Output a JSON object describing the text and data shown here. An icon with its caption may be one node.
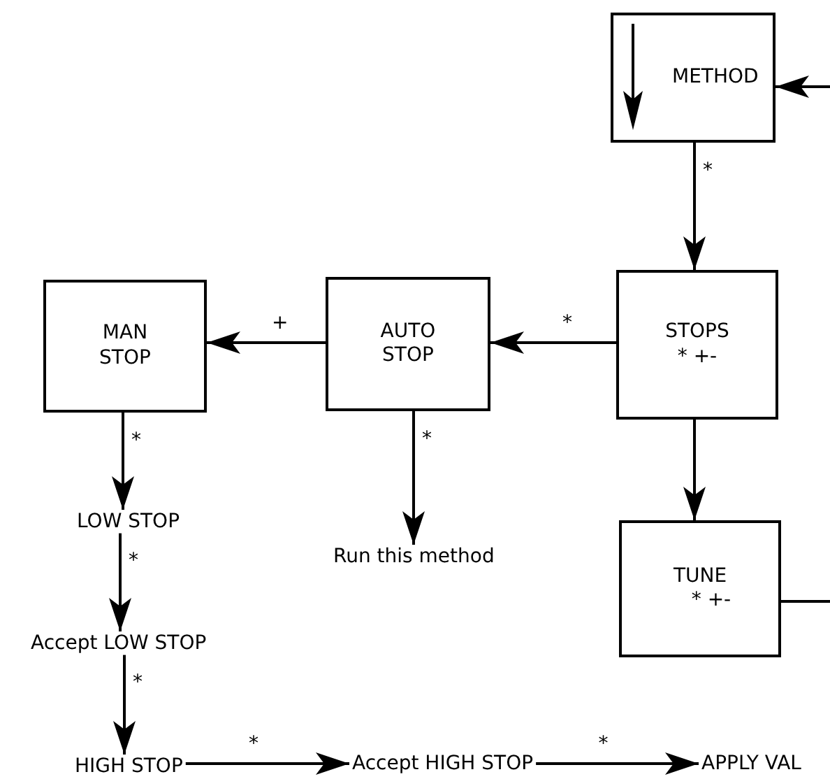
{
  "diagram": {
    "nodes": [
      {
        "text": [
          "METHOD"
        ]
      },
      {
        "text": [
          "MAN STOP"
        ]
      },
      {
        "text": [
          "AUTO STOP"
        ]
      },
      {
        "text": [
          "STOPS",
          "* +-"
        ]
      },
      {
        "text": [
          "LOW STOP"
        ]
      },
      {
        "text": [
          "Run this method"
        ]
      },
      {
        "text": [
          "TUNE",
          "* +-"
        ]
      },
      {
        "text": [
          "Accept LOW STOP"
        ]
      },
      {
        "text": [
          "HIGH STOP"
        ]
      },
      {
        "text": [
          "Accept HIGH STOP"
        ]
      },
      {
        "text": [
          "APPLY VAL"
        ]
      }
    ],
    "edges": [
      {
        "from": null,
        "to": 0,
        "arrow": "to"
      },
      {
        "from": 0,
        "to": 3,
        "arrow": "to",
        "label": "*"
      },
      {
        "from": 3,
        "to": 2,
        "arrow": "to",
        "label": "*"
      },
      {
        "from": 2,
        "to": 1,
        "arrow": "to",
        "label": "+"
      },
      {
        "from": 3,
        "to": 6,
        "arrow": "to"
      },
      {
        "from": 6,
        "to": null,
        "arrow": "none"
      },
      {
        "from": 1,
        "to": 4,
        "arrow": "to",
        "label": "*"
      },
      {
        "from": 2,
        "to": 5,
        "arrow": "to",
        "label": "*"
      },
      {
        "from": 4,
        "to": 7,
        "arrow": "to",
        "label": "*"
      },
      {
        "from": 7,
        "to": 8,
        "arrow": "to",
        "label": "*"
      },
      {
        "from": 8,
        "to": 9,
        "arrow": "to",
        "label": "*"
      },
      {
        "from": 9,
        "to": 10,
        "arrow": "to",
        "label": "*"
      }
    ]
  }
}
